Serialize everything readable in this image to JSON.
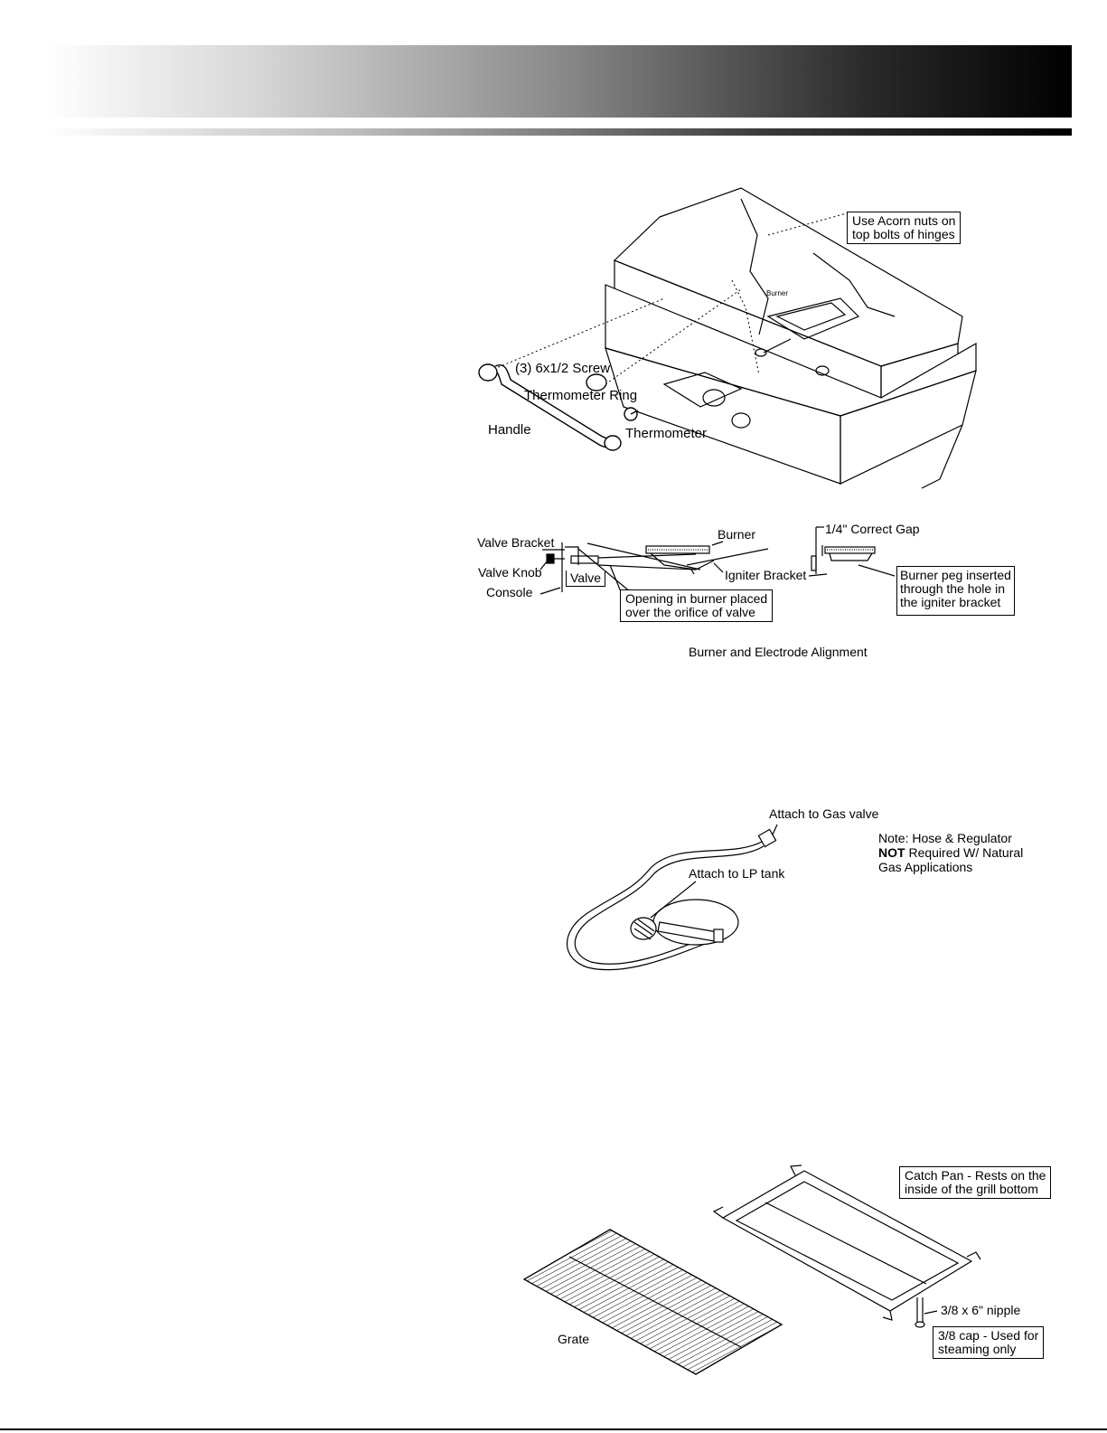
{
  "figures": {
    "grill_assembly": {
      "callout_acorn": [
        "Use Acorn nuts on",
        "top bolts of hinges"
      ],
      "burner_mark": "Burner",
      "screw": "(3) 6x1/2 Screw",
      "thermometer_ring": "Thermometer Ring",
      "handle": "Handle",
      "thermometer": "Thermometer"
    },
    "burner_alignment": {
      "valve_bracket": "Valve Bracket",
      "valve_knob": "Valve Knob",
      "console": "Console",
      "valve": "Valve",
      "burner": "Burner",
      "igniter_bracket": "Igniter Bracket",
      "opening_callout": [
        "Opening in burner placed",
        "over the orifice of valve"
      ],
      "gap": "1/4\" Correct Gap",
      "peg_callout": [
        "Burner peg inserted",
        "through the hole in",
        "the igniter bracket"
      ],
      "caption": "Burner and Electrode Alignment"
    },
    "hose_regulator": {
      "attach_gas_valve": "Attach to Gas valve",
      "attach_lp_tank": "Attach to LP tank",
      "note_line1": "Note: Hose & Regulator",
      "note_bold": "NOT",
      "note_line2_rest": " Required W/ Natural",
      "note_line3": "Gas Applications"
    },
    "grate_catch_pan": {
      "catch_pan_callout": [
        "Catch Pan - Rests on the",
        "inside of the grill bottom"
      ],
      "nipple": "3/8 x 6\" nipple",
      "cap_callout": [
        "3/8 cap - Used for",
        "steaming only"
      ],
      "grate": "Grate"
    }
  }
}
